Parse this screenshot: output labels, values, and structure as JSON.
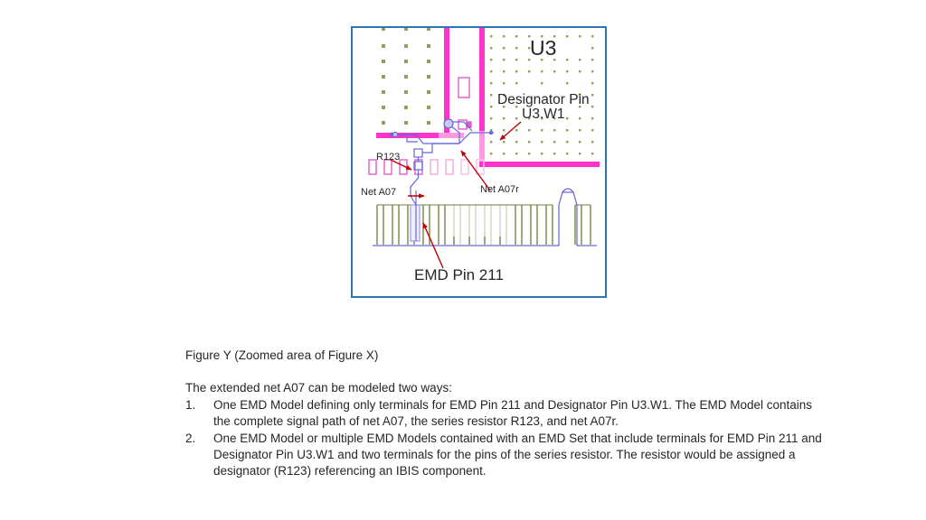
{
  "figure": {
    "frame_border_color": "#2E75B6",
    "labels": {
      "u3": "U3",
      "designator_line1": "Designator Pin",
      "designator_line2": "U3.W1",
      "r123": "R123",
      "net_a07": "Net A07",
      "net_a07r": "Net A07r",
      "emd_pin": "EMD Pin 211"
    },
    "colors": {
      "trace_magenta": "#FF33CC",
      "trace_magenta_light": "#FF99E0",
      "pad_outline_pink": "#E25CC8",
      "pad_outline_pink_light": "#F5B8E6",
      "net_blue": "#6666DD",
      "connector_green": "#6B7D3A",
      "connector_green_light": "#D8DCC8",
      "pad_grid_olive": "#9A9A5C",
      "arrow_red": "#C00000",
      "frame_blue": "#2E75B6",
      "label_text": "#262626"
    }
  },
  "caption": "Figure Y (Zoomed area of Figure X)",
  "intro": "The extended net A07 can be modeled two ways:",
  "list": [
    {
      "number": "1.",
      "text": "One EMD Model defining only terminals for EMD Pin 211 and Designator Pin U3.W1.  The EMD Model contains the complete signal path of net A07, the series resistor R123, and net A07r."
    },
    {
      "number": "2.",
      "text": "One EMD Model or multiple EMD Models contained with an EMD Set that include terminals for EMD Pin 211 and Designator Pin U3.W1 and two terminals for the pins of the series resistor.  The resistor would be assigned a designator (R123) referencing an IBIS component."
    }
  ]
}
